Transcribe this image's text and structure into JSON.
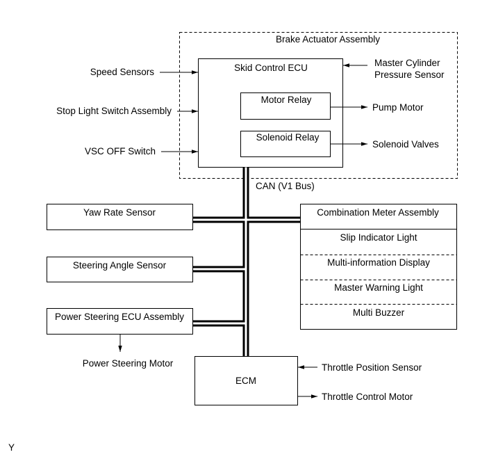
{
  "brake_actuator_assembly": {
    "title": "Brake Actuator Assembly",
    "skid_control_ecu": {
      "title": "Skid Control ECU",
      "motor_relay": "Motor Relay",
      "solenoid_relay": "Solenoid Relay"
    }
  },
  "ecu_inputs": {
    "speed_sensors": "Speed Sensors",
    "stop_light_switch": "Stop Light Switch Assembly",
    "vsc_off_switch": "VSC OFF Switch",
    "master_cylinder_pressure_sensor": [
      "Master Cylinder",
      "Pressure Sensor"
    ]
  },
  "ecu_outputs": {
    "pump_motor": "Pump Motor",
    "solenoid_valves": "Solenoid Valves"
  },
  "can_bus_label": "CAN (V1 Bus)",
  "yaw_rate_sensor": "Yaw Rate Sensor",
  "steering_angle_sensor": "Steering Angle Sensor",
  "power_steering": {
    "ecu_assembly": "Power Steering ECU Assembly",
    "motor": "Power Steering Motor"
  },
  "combination_meter": {
    "title": "Combination Meter Assembly",
    "items": [
      "Slip Indicator Light",
      "Multi-information Display",
      "Master Warning Light",
      "Multi Buzzer"
    ]
  },
  "ecm": {
    "title": "ECM",
    "throttle_position_sensor": "Throttle Position Sensor",
    "throttle_control_motor": "Throttle Control Motor"
  },
  "figure_code": "Y"
}
